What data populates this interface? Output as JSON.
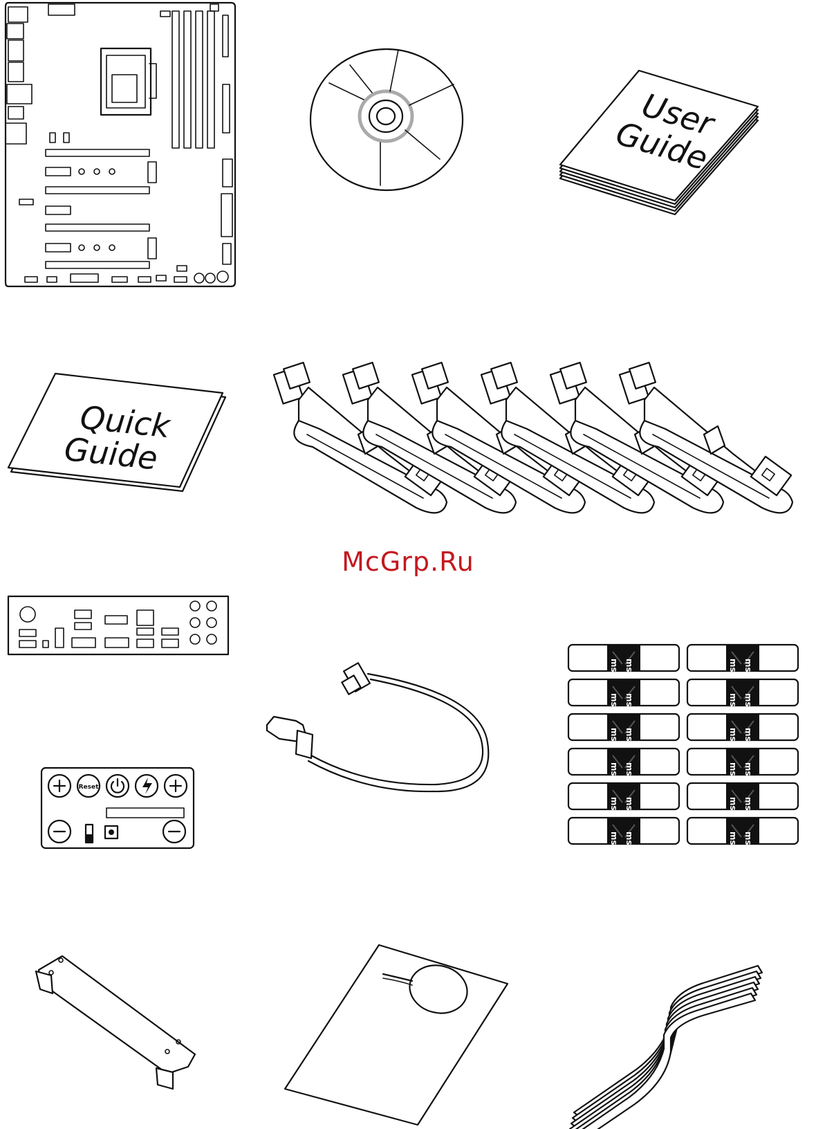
{
  "watermark": "McGrp.Ru",
  "user_guide": {
    "line1": "User",
    "line2": "Guide"
  },
  "quick_guide": {
    "line1": "Quick",
    "line2": "Guide"
  },
  "oc_panel": {
    "reset_label": "Reset"
  },
  "sli_stickers": {
    "brand": "msi"
  },
  "colors": {
    "watermark": "#c3181f",
    "line": "#111111",
    "disc_ring": "#aaaaaa"
  }
}
